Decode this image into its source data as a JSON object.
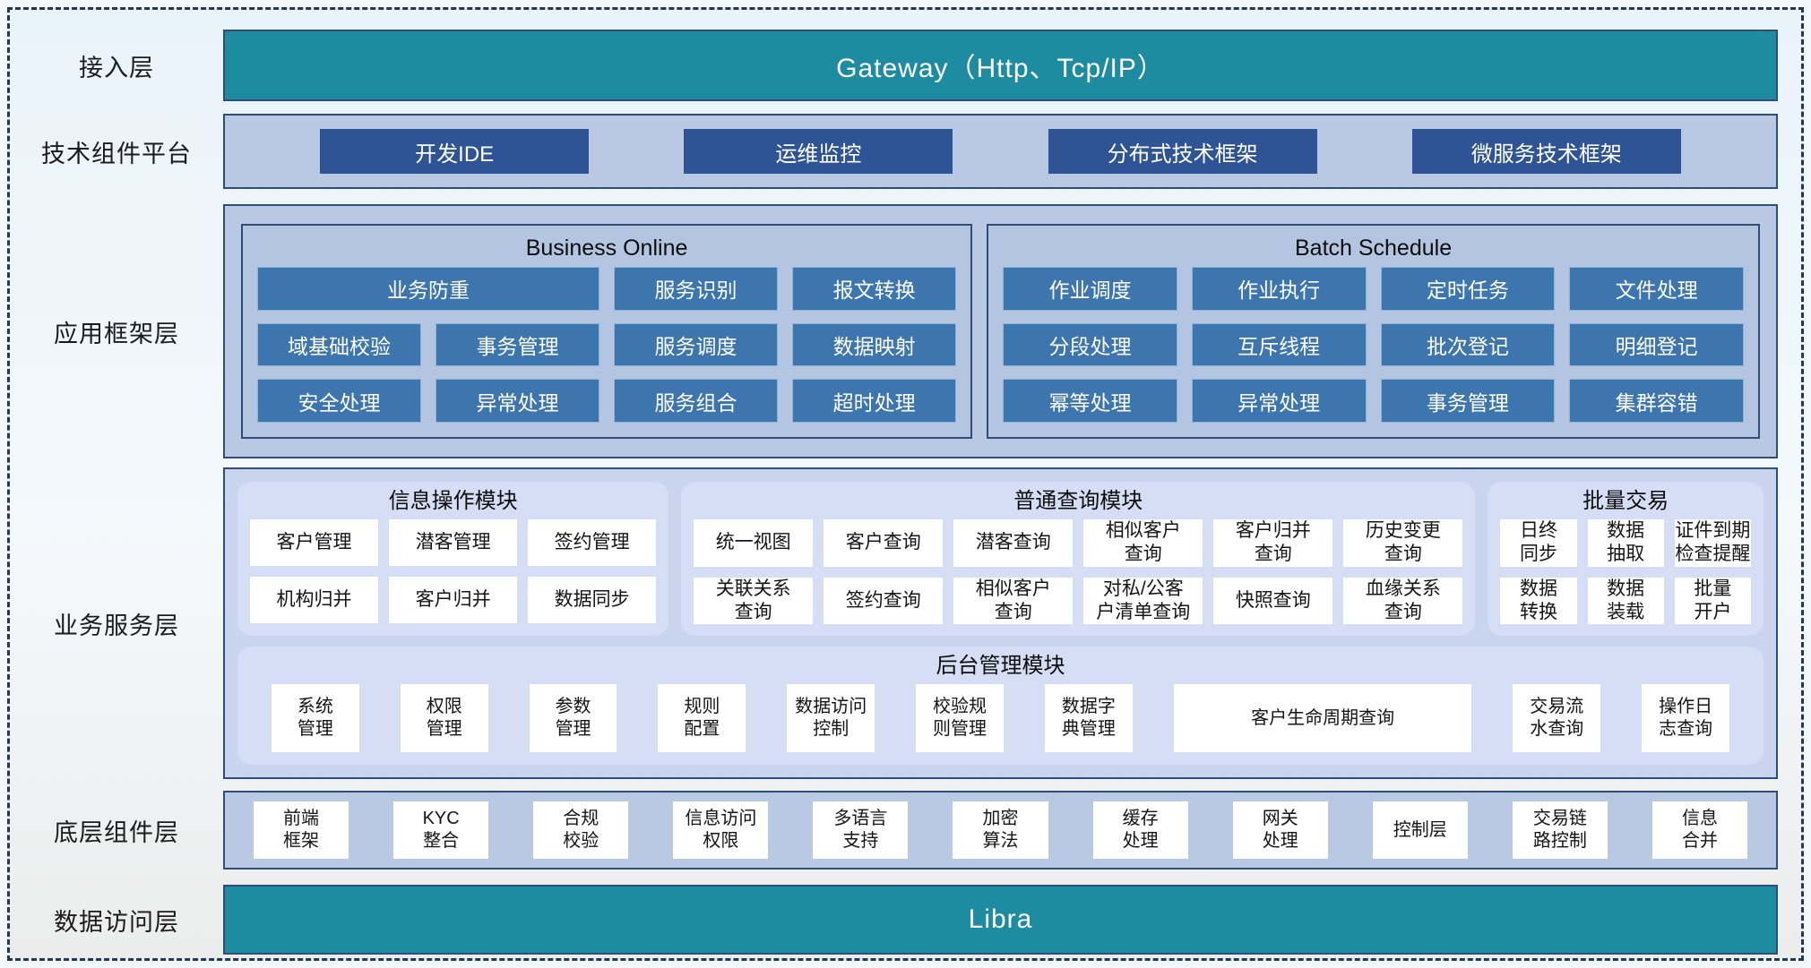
{
  "colors": {
    "teal_bar": "#1d8ca1",
    "navy_border": "#2e4d7b",
    "dark_blue_button": "#2f5496",
    "medium_blue_button": "#3d76ae",
    "light_panel": "#b9c9e3",
    "periwinkle_panel": "#c9d4ef",
    "module_fill": "#d6def5"
  },
  "layers": {
    "access": {
      "label": "接入层",
      "gateway": "Gateway（Http、Tcp/IP）"
    },
    "tech": {
      "label": "技术组件平台",
      "items": [
        "开发IDE",
        "运维监控",
        "分布式技术框架",
        "微服务技术框架"
      ]
    },
    "app_framework": {
      "label": "应用框架层",
      "business_online": {
        "title": "Business Online",
        "items": [
          {
            "label": "业务防重",
            "span": 2
          },
          {
            "label": "服务识别"
          },
          {
            "label": "报文转换"
          },
          {
            "label": "域基础校验"
          },
          {
            "label": "事务管理"
          },
          {
            "label": "服务调度"
          },
          {
            "label": "数据映射"
          },
          {
            "label": "安全处理"
          },
          {
            "label": "异常处理"
          },
          {
            "label": "服务组合"
          },
          {
            "label": "超时处理"
          }
        ]
      },
      "batch_schedule": {
        "title": "Batch Schedule",
        "items": [
          {
            "label": "作业调度"
          },
          {
            "label": "作业执行"
          },
          {
            "label": "定时任务"
          },
          {
            "label": "文件处理"
          },
          {
            "label": "分段处理"
          },
          {
            "label": "互斥线程"
          },
          {
            "label": "批次登记"
          },
          {
            "label": "明细登记"
          },
          {
            "label": "幂等处理"
          },
          {
            "label": "异常处理"
          },
          {
            "label": "事务管理"
          },
          {
            "label": "集群容错"
          }
        ]
      }
    },
    "business_service": {
      "label": "业务服务层",
      "info_module": {
        "title": "信息操作模块",
        "items": [
          "客户管理",
          "潜客管理",
          "签约管理",
          "机构归并",
          "客户归并",
          "数据同步"
        ]
      },
      "query_module": {
        "title": "普通查询模块",
        "items": [
          "统一视图",
          "客户查询",
          "潜客查询",
          "相似客户\n查询",
          "客户归并\n查询",
          "历史变更\n查询",
          "关联关系\n查询",
          "签约查询",
          "相似客户\n查询",
          "对私/公客\n户清单查询",
          "快照查询",
          "血缘关系\n查询"
        ]
      },
      "batch_module": {
        "title": "批量交易",
        "items": [
          "日终\n同步",
          "数据\n抽取",
          "证件到期\n检查提醒",
          "数据\n转换",
          "数据\n装载",
          "批量\n开户"
        ]
      },
      "admin_module": {
        "title": "后台管理模块",
        "items": [
          {
            "label": "系统\n管理"
          },
          {
            "label": "权限\n管理"
          },
          {
            "label": "参数\n管理"
          },
          {
            "label": "规则\n配置"
          },
          {
            "label": "数据访问\n控制"
          },
          {
            "label": "校验规\n则管理"
          },
          {
            "label": "数据字\n典管理"
          },
          {
            "label": "客户生命周期查询",
            "wide": true
          },
          {
            "label": "交易流\n水查询"
          },
          {
            "label": "操作日\n志查询"
          }
        ]
      }
    },
    "base_components": {
      "label": "底层组件层",
      "items": [
        "前端\n框架",
        "KYC\n整合",
        "合规\n校验",
        "信息访问\n权限",
        "多语言\n支持",
        "加密\n算法",
        "缓存\n处理",
        "网关\n处理",
        "控制层",
        "交易链\n路控制",
        "信息\n合并"
      ]
    },
    "data_access": {
      "label": "数据访问层",
      "bar": "Libra"
    }
  }
}
